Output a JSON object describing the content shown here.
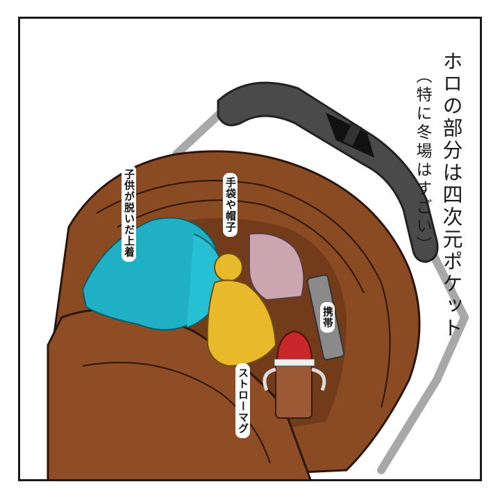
{
  "caption": {
    "line1": "ホロの部分は四次元ポケット",
    "line2": "（特に冬場はすごい）"
  },
  "labels": {
    "coat": "子供が脱いだ上着",
    "gloves_hat": "手袋や帽子",
    "phone": "携帯",
    "straw_mug": "ストローマグ"
  },
  "colors": {
    "canopy_brown": "#8a4a22",
    "canopy_dark": "#5e2f14",
    "coat_blue": "#1fb0c6",
    "hat_yellow": "#e8b92a",
    "mug_red": "#c8282a",
    "handle_gray": "#4a4a4a",
    "frame_gray": "#a8a8a8"
  }
}
